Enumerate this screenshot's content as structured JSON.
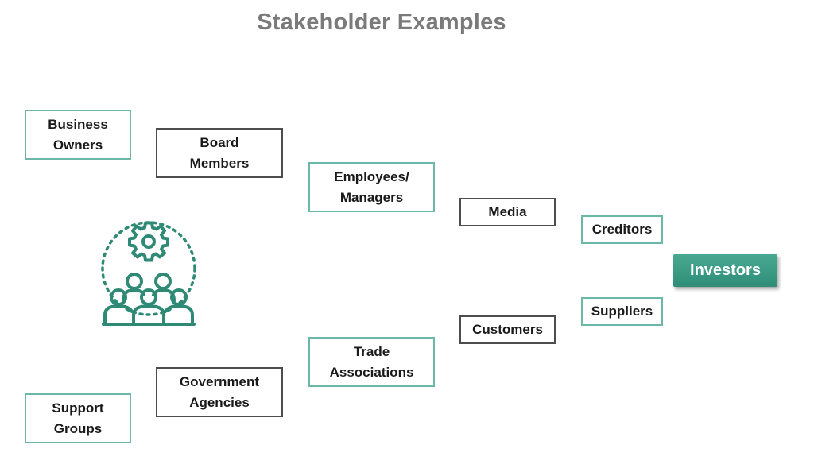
{
  "title": "Stakeholder Examples",
  "colors": {
    "teal_border": "#6bb8a8",
    "dark_border": "#4d4d4d",
    "icon_green": "#2e8a74",
    "investors_fill": "#3a9c86"
  },
  "icon": {
    "name": "team-settings-icon"
  },
  "stakeholders": {
    "business_owners": "Business\nOwners",
    "board_members": "Board\nMembers",
    "employees_managers": "Employees/\nManagers",
    "media": "Media",
    "creditors": "Creditors",
    "investors": "Investors",
    "suppliers": "Suppliers",
    "customers": "Customers",
    "trade_associations": "Trade\nAssociations",
    "government_agencies": "Government\nAgencies",
    "support_groups": "Support\nGroups"
  }
}
